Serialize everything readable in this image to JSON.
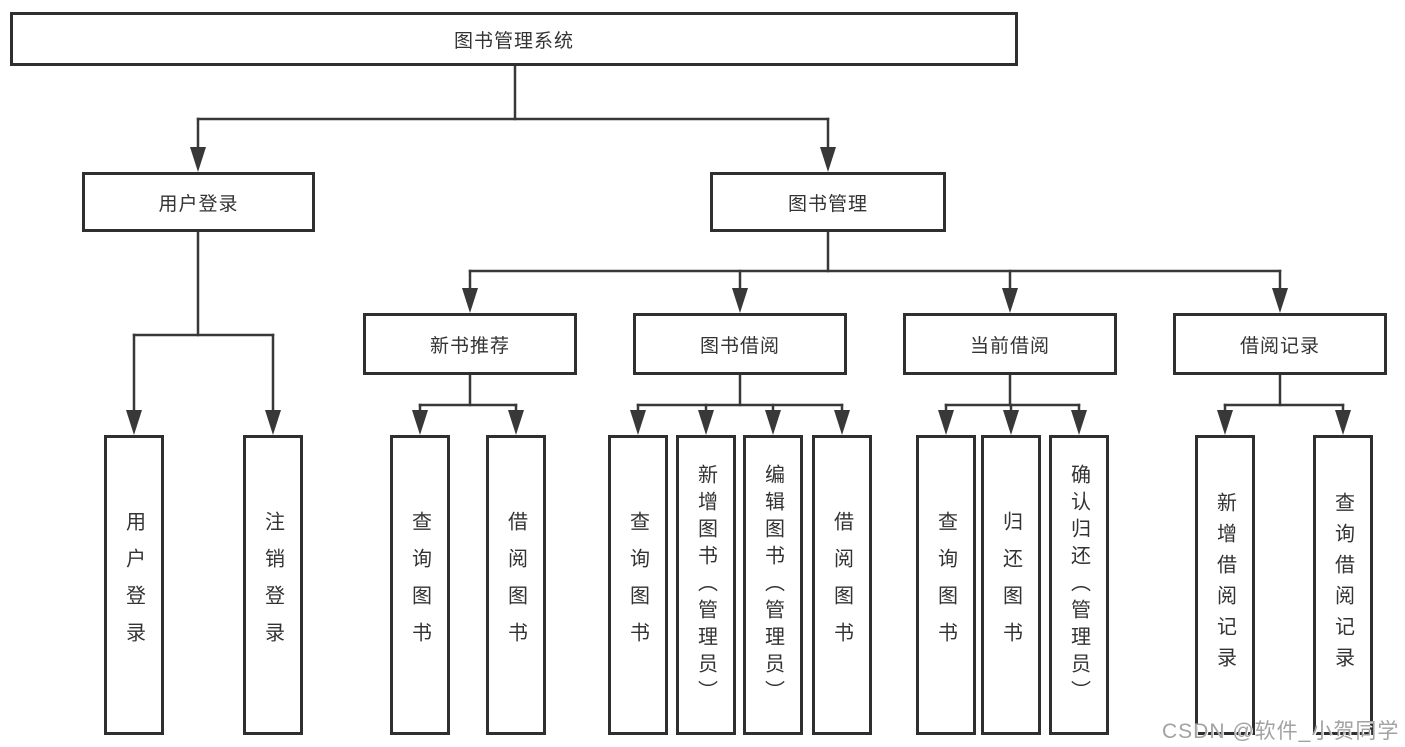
{
  "diagram_title": "图书管理系统",
  "tree": {
    "root": {
      "label": "图书管理系统",
      "children": [
        {
          "label": "用户登录",
          "children": [
            {
              "label": "用户登录"
            },
            {
              "label": "注销登录"
            }
          ]
        },
        {
          "label": "图书管理",
          "children": [
            {
              "label": "新书推荐",
              "children": [
                {
                  "label": "查询图书"
                },
                {
                  "label": "借阅图书"
                }
              ]
            },
            {
              "label": "图书借阅",
              "children": [
                {
                  "label": "查询图书"
                },
                {
                  "label": "新增图书（管理员）"
                },
                {
                  "label": "编辑图书（管理员）"
                },
                {
                  "label": "借阅图书"
                }
              ]
            },
            {
              "label": "当前借阅",
              "children": [
                {
                  "label": "查询图书"
                },
                {
                  "label": "归还图书"
                },
                {
                  "label": "确认归还（管理员）"
                }
              ]
            },
            {
              "label": "借阅记录",
              "children": [
                {
                  "label": "新增借阅记录"
                },
                {
                  "label": "查询借阅记录"
                }
              ]
            }
          ]
        }
      ]
    }
  },
  "watermark": {
    "text": "CSDN @软件_小贺同学"
  },
  "colors": {
    "line": "#383838",
    "box_border": "#2f2f2f",
    "box_fill": "#ffffff",
    "text": "#333333",
    "watermark": "#a2a2a2",
    "background": "#ffffff"
  }
}
